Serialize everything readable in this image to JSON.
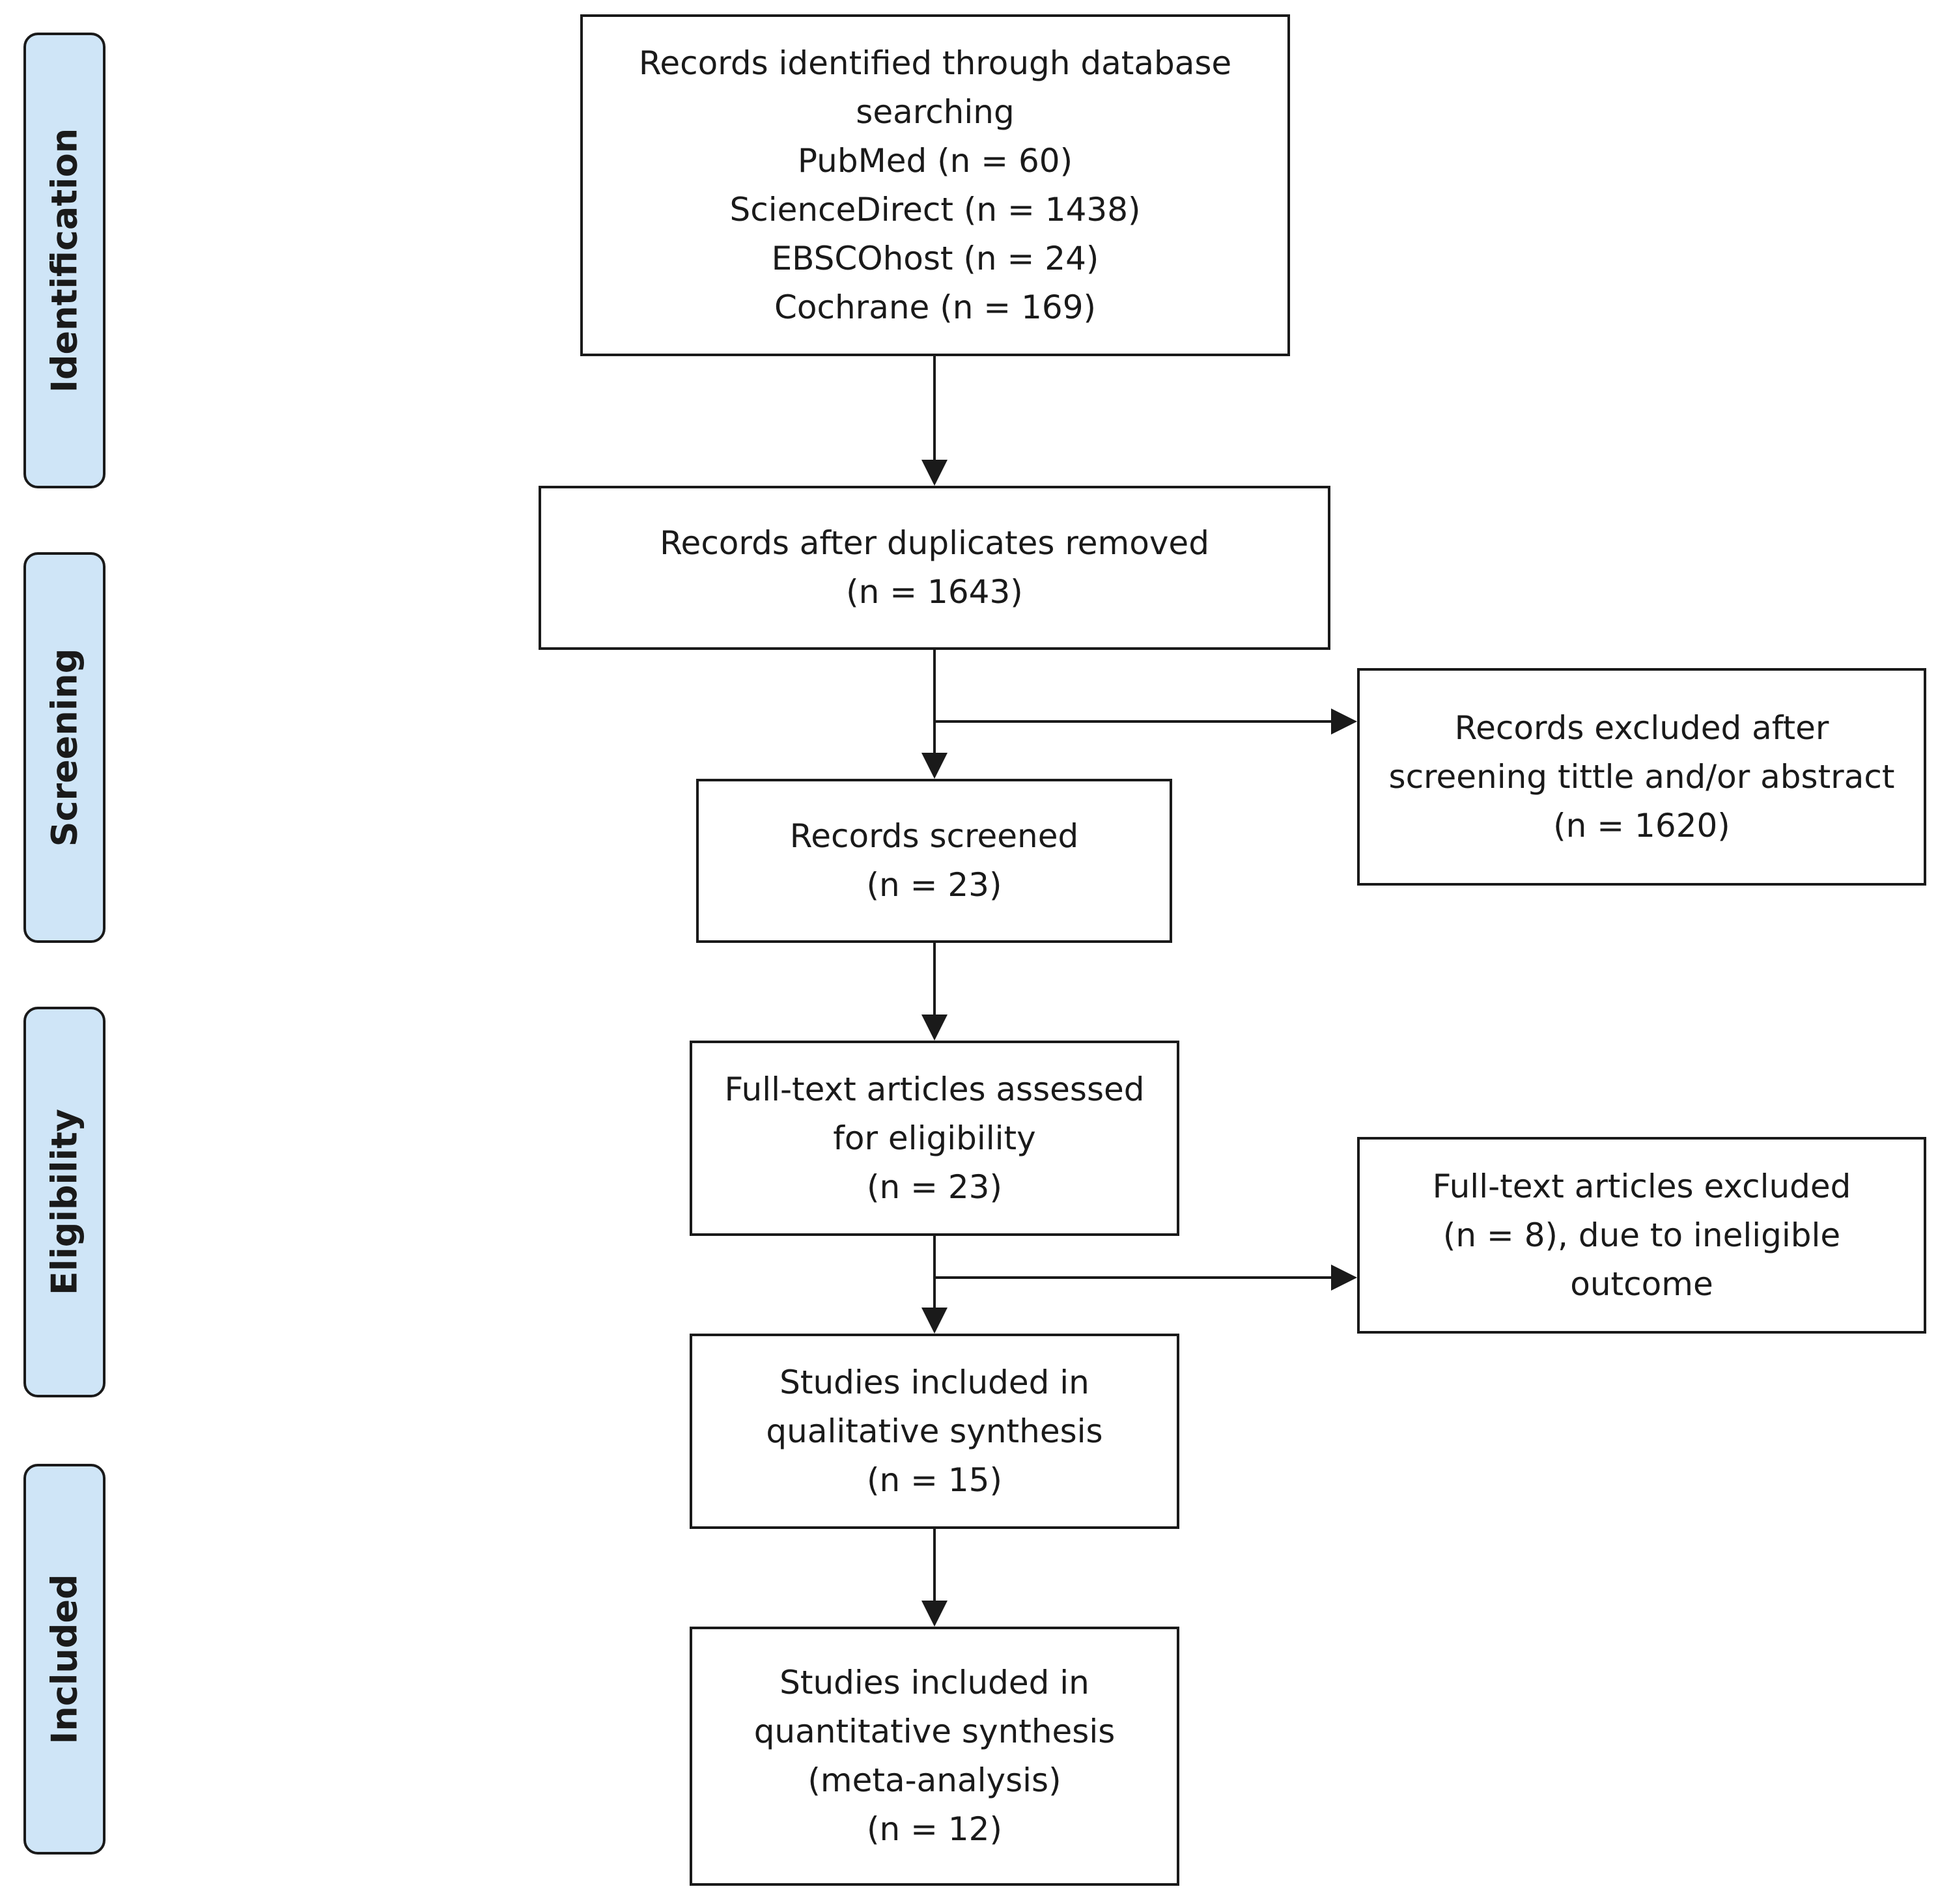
{
  "phases": {
    "identification": "Identification",
    "screening": "Screening",
    "eligibility": "Eligibility",
    "included": "Included"
  },
  "boxes": {
    "identified": {
      "lines": [
        "Records identified through database",
        "searching",
        "PubMed (n = 60)",
        "ScienceDirect (n = 1438)",
        "EBSCOhost (n = 24)",
        "Cochrane (n = 169)"
      ]
    },
    "duplicates_removed": {
      "lines": [
        "Records after duplicates removed",
        "(n = 1643)"
      ]
    },
    "excluded_screening": {
      "lines": [
        "Records excluded after",
        "screening tittle and/or abstract",
        "(n = 1620)"
      ]
    },
    "screened": {
      "lines": [
        "Records screened",
        "(n = 23)"
      ]
    },
    "fulltext_assessed": {
      "lines": [
        "Full-text articles assessed",
        "for eligibility",
        "(n = 23)"
      ]
    },
    "fulltext_excluded": {
      "lines": [
        "Full-text articles excluded",
        "(n = 8), due to ineligible",
        "outcome"
      ]
    },
    "qualitative": {
      "lines": [
        "Studies included in",
        "qualitative synthesis",
        "(n = 15)"
      ]
    },
    "quantitative": {
      "lines": [
        "Studies included in",
        "quantitative synthesis",
        "(meta-analysis)",
        "(n = 12)"
      ]
    }
  },
  "colors": {
    "phase_fill": "#cfe5f7",
    "stroke": "#1a1a1a"
  }
}
